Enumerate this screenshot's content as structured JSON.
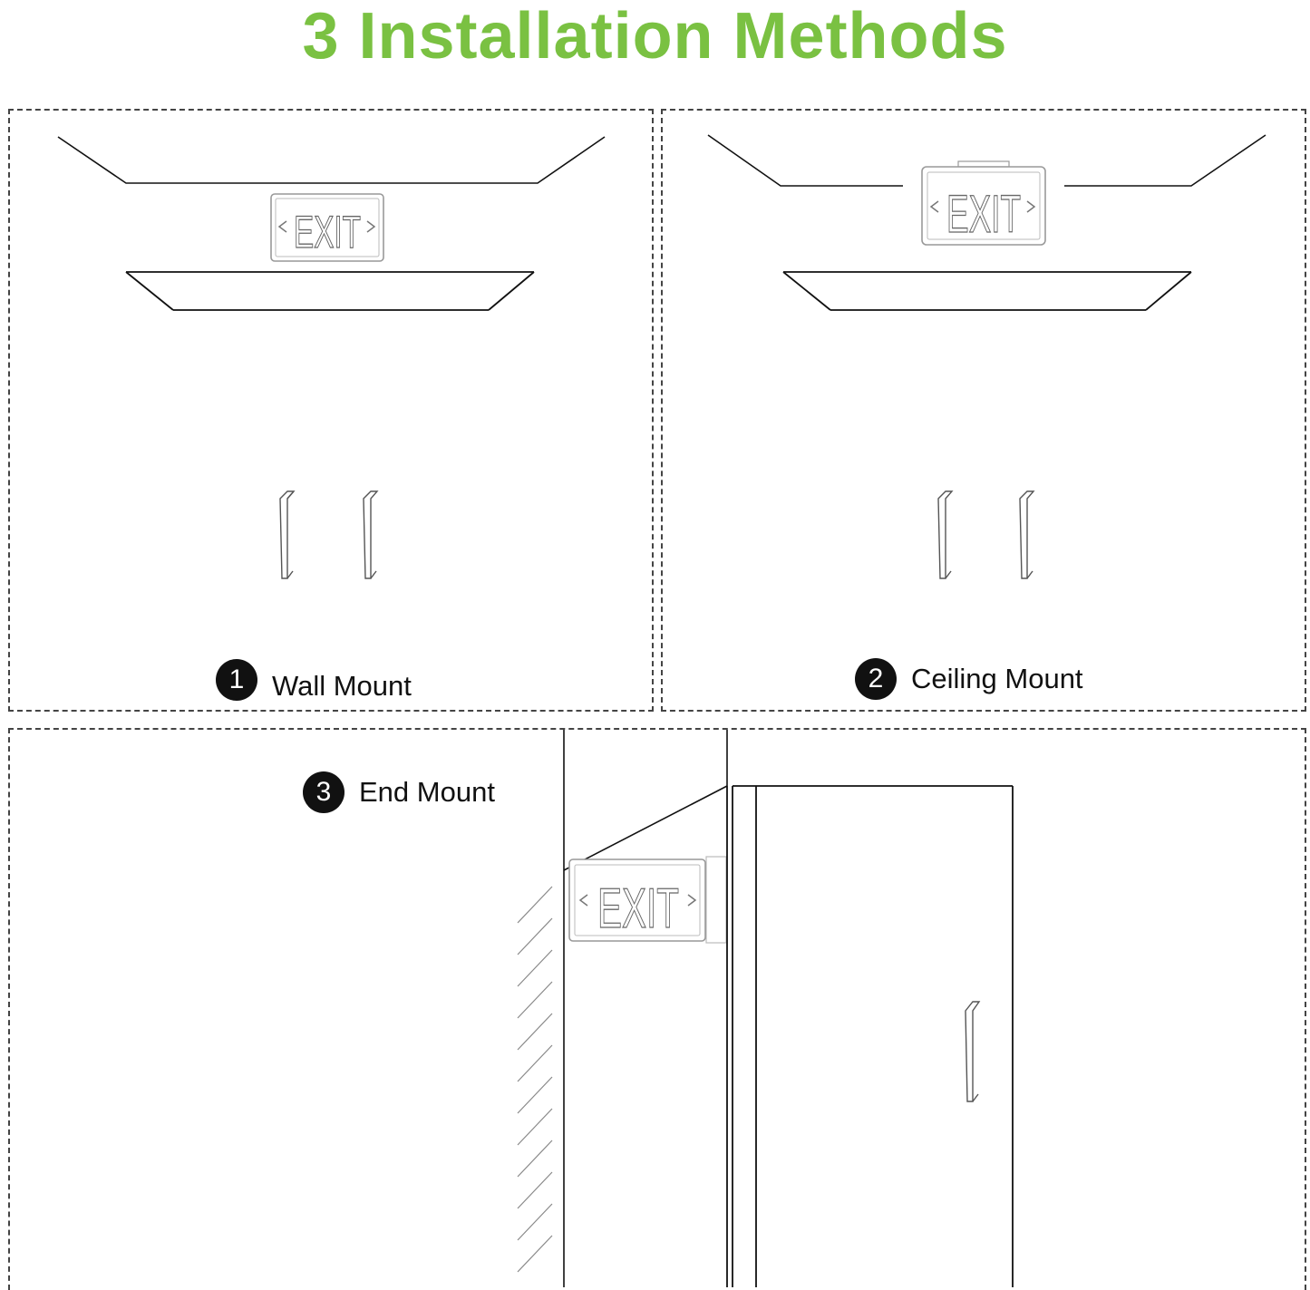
{
  "title": "3 Installation Methods",
  "colors": {
    "title": "#7ac142",
    "line": "#111111",
    "sign": "#888888"
  },
  "panels": [
    {
      "number": "1",
      "label": "Wall Mount",
      "sign_text": "EXIT"
    },
    {
      "number": "2",
      "label": "Ceiling Mount",
      "sign_text": "EXIT"
    },
    {
      "number": "3",
      "label": "End Mount",
      "sign_text": "EXIT"
    }
  ],
  "icons": [
    "exit-sign-icon",
    "double-door-icon",
    "single-door-icon",
    "door-handle-icon",
    "wall-hatch-icon"
  ]
}
